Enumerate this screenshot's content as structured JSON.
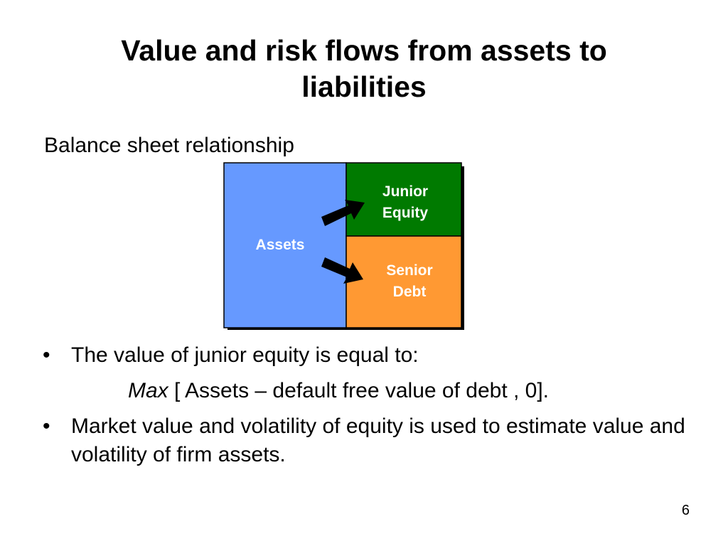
{
  "slide": {
    "title_line1": "Value and risk flows from assets to",
    "title_line2": "liabilities",
    "subtitle": "Balance sheet relationship",
    "page_number": "6"
  },
  "diagram": {
    "assets": {
      "label": "Assets",
      "color": "#6699ff"
    },
    "junior_equity": {
      "label": "Junior\nEquity",
      "color": "#007a00"
    },
    "senior_debt": {
      "label": "Senior\nDebt",
      "color": "#ff9933"
    },
    "shadow_color": "#000000",
    "arrow_color": "#000000"
  },
  "bullets": {
    "marker": "•",
    "item1": "The value of junior equity is equal to:",
    "formula_italic": "Max",
    "formula_rest": " [ Assets – default free value of debt , 0].",
    "item2": "Market value and volatility of equity is used to estimate value and volatility of firm assets."
  }
}
